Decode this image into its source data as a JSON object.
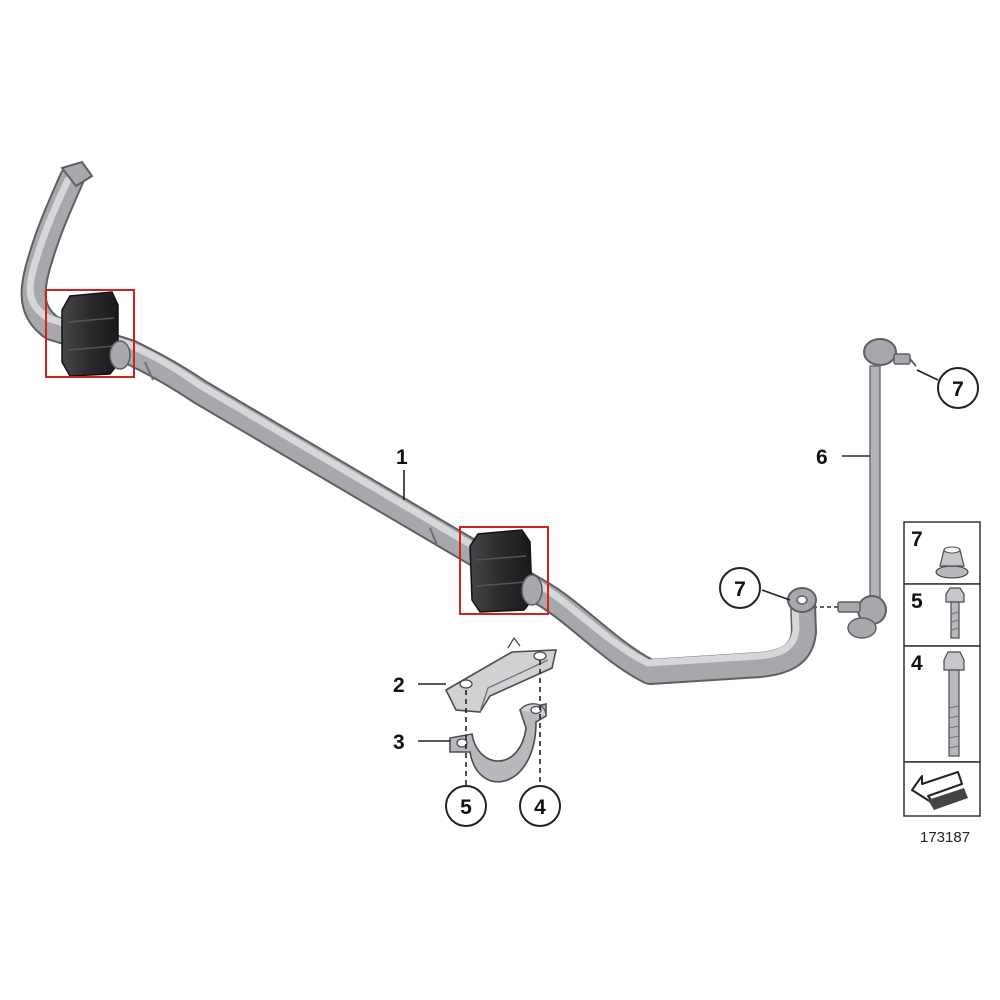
{
  "callouts": {
    "stabilizer_bar": "1",
    "bracket": "2",
    "bushing": "3",
    "bolt_left_circle": "5",
    "bolt_right_circle": "4",
    "link": "6",
    "nut_top_circle": "7",
    "nut_mid_circle": "7"
  },
  "legend_panel": {
    "items": [
      {
        "label": "7",
        "icon": "flange-nut-icon"
      },
      {
        "label": "5",
        "icon": "short-bolt-icon"
      },
      {
        "label": "4",
        "icon": "long-bolt-icon"
      }
    ],
    "arrow_icon": "direction-arrow-icon"
  },
  "diagram_code": "173187",
  "colors": {
    "bar": "#a7a8ab",
    "bar_shadow": "#6f7075",
    "bushing": "#2a2a2c",
    "highlight": "#d62020"
  }
}
